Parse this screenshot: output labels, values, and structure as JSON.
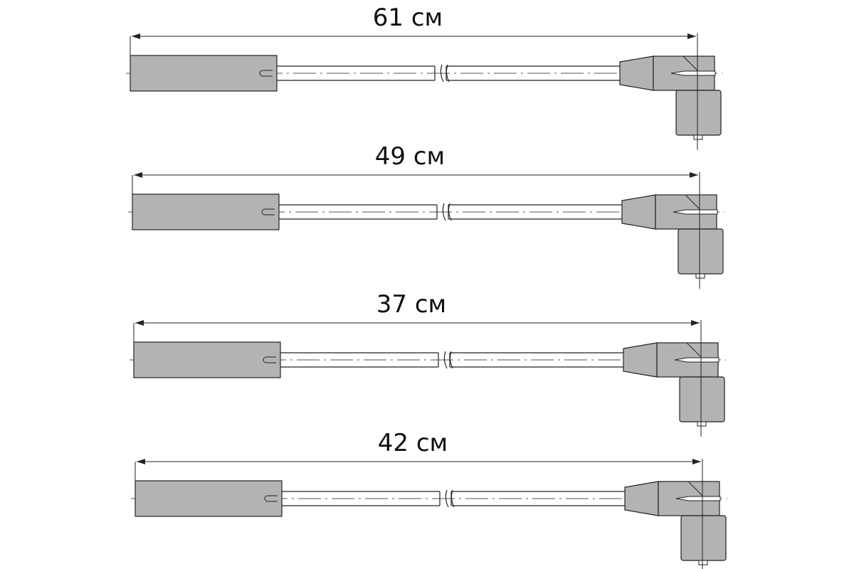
{
  "colors": {
    "body": "#b3b3b3",
    "line": "#222222",
    "background": "#ffffff"
  },
  "cables": [
    {
      "length_label": "61 см"
    },
    {
      "length_label": "49 см"
    },
    {
      "length_label": "37 см"
    },
    {
      "length_label": "42 см"
    }
  ]
}
